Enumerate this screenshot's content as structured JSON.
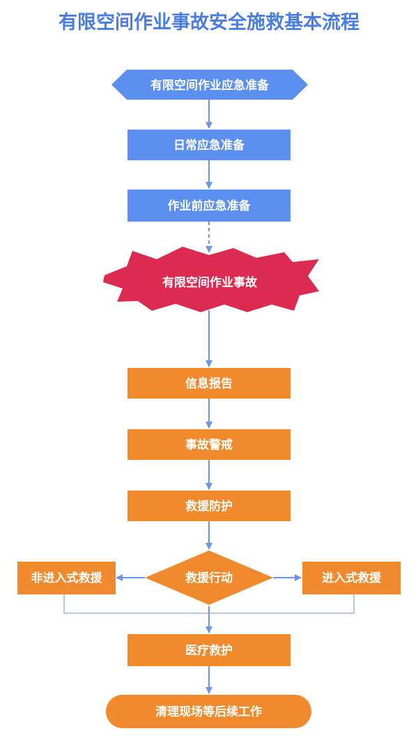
{
  "title": "有限空间作业事故安全施救基本流程",
  "colors": {
    "title": "#4a7de0",
    "blue_node": "#5b8ff0",
    "orange_node": "#f08a2c",
    "red_burst": "#dc2b50",
    "blue_arrow": "#6b95ec",
    "orange_arrow": "#6b95ec",
    "feedback_line": "#9ab5ea"
  },
  "nodes": {
    "preparation": "有限空间作业应急准备",
    "daily_prep": "日常应急准备",
    "pre_work_prep": "作业前应急准备",
    "accident": "有限空间作业事故",
    "info_report": "信息报告",
    "alert": "事故警戒",
    "protection": "救援防护",
    "rescue_action": "救援行动",
    "non_entry_rescue": "非进入式救援",
    "entry_rescue": "进入式救援",
    "medical": "医疗救护",
    "cleanup": "清理现场等后续工作"
  },
  "icons": {
    "arrow": "arrow-head-icon"
  }
}
